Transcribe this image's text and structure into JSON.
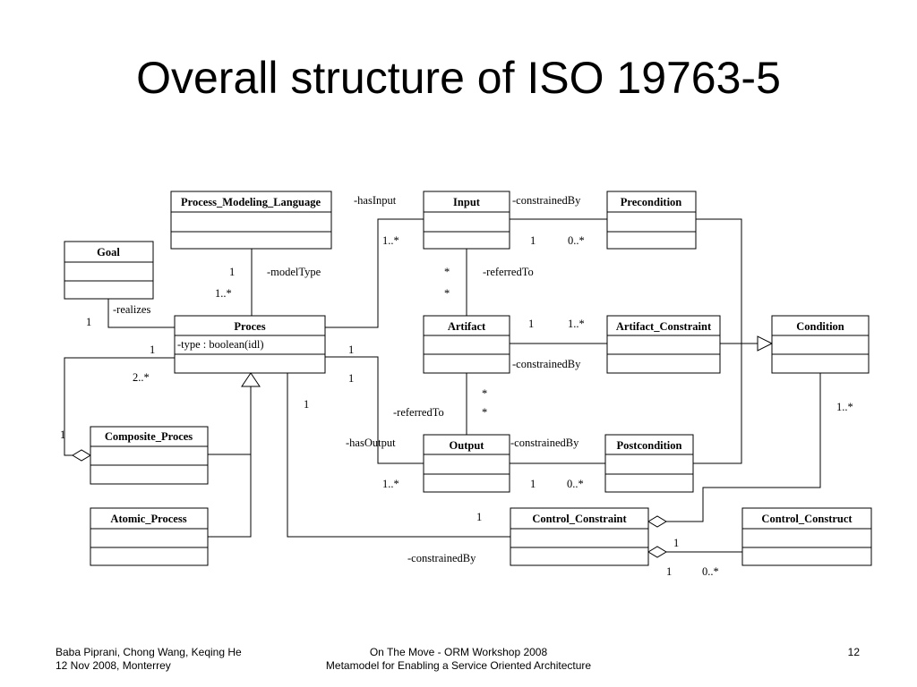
{
  "slide": {
    "title": "Overall structure of ISO 19763-5",
    "slide_number": "12"
  },
  "footer": {
    "left_line1": "Baba Piprani, Chong Wang, Keqing He",
    "left_line2": "12 Nov 2008, Monterrey",
    "center_line1": "On The Move - ORM Workshop 2008",
    "center_line2": "Metamodel for Enabling a Service Oriented Architecture"
  },
  "diagram": {
    "classes": {
      "pml": {
        "name": "Process_Modeling_Language",
        "attr": ""
      },
      "goal": {
        "name": "Goal",
        "attr": ""
      },
      "proces": {
        "name": "Proces",
        "attr": "-type : boolean(idl)"
      },
      "composite": {
        "name": "Composite_Proces",
        "attr": ""
      },
      "atomic": {
        "name": "Atomic_Process",
        "attr": ""
      },
      "input": {
        "name": "Input",
        "attr": ""
      },
      "artifact": {
        "name": "Artifact",
        "attr": ""
      },
      "output": {
        "name": "Output",
        "attr": ""
      },
      "precondition": {
        "name": "Precondition",
        "attr": ""
      },
      "artifact_constraint": {
        "name": "Artifact_Constraint",
        "attr": ""
      },
      "postcondition": {
        "name": "Postcondition",
        "attr": ""
      },
      "condition": {
        "name": "Condition",
        "attr": ""
      },
      "control_constraint": {
        "name": "Control_Constraint",
        "attr": ""
      },
      "control_construct": {
        "name": "Control_Construct",
        "attr": ""
      }
    },
    "labels": {
      "has_input": "-hasInput",
      "constrained_by_input": "-constrainedBy",
      "input_mult_left": "1..*",
      "input_mult_1": "1",
      "input_mult_0n": "0..*",
      "pml_mult_1": "1",
      "model_type": "-modelType",
      "pml_mult_1n": "1..*",
      "realizes": "-realizes",
      "goal_mult_1": "1",
      "ref_star_top": "*",
      "referred_to_top": "-referredTo",
      "ref_star_top2": "*",
      "ac_mult_1": "1",
      "ac_mult_1n": "1..*",
      "constrained_by_artifact": "-constrainedBy",
      "proces_left_1": "1",
      "proces_left_2n": "2..*",
      "proces_right_1a": "1",
      "proces_right_1b": "1",
      "proces_bottom_1": "1",
      "composite_1": "1",
      "ref_star_bottom": "*",
      "ref_star_bottom2": "*",
      "referred_to_bottom": "-referredTo",
      "has_output": "-hasOutput",
      "constrained_by_output": "-constrainedBy",
      "output_mult_left": "1..*",
      "output_mult_1": "1",
      "output_mult_0n": "0..*",
      "condition_mult_1n": "1..*",
      "cc_mult_1": "1",
      "constrained_by_cc": "-constrainedBy",
      "construct_mult_1": "1",
      "construct_mult_1b": "1",
      "construct_mult_0n": "0..*"
    }
  }
}
